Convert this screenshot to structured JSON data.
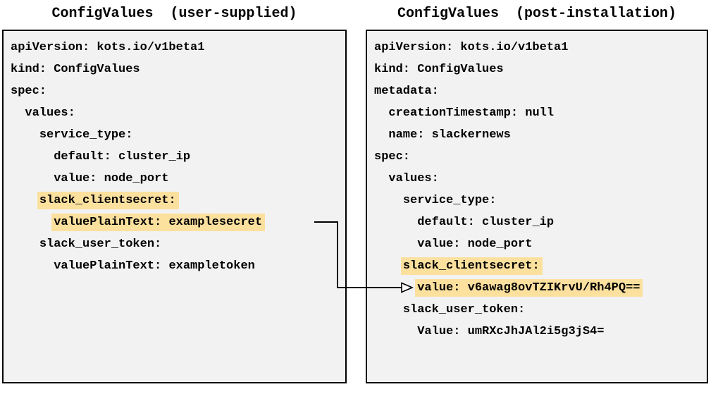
{
  "colors": {
    "panel_background": "#f2f2f2",
    "panel_border": "#000000",
    "highlight": "#fce09e",
    "text": "#000000",
    "arrow": "#000000"
  },
  "left_panel": {
    "title": "ConfigValues  (user-supplied)",
    "lines": [
      {
        "text": "apiVersion: kots.io/v1beta1",
        "highlight": false
      },
      {
        "text": "kind: ConfigValues",
        "highlight": false
      },
      {
        "text": "spec:",
        "highlight": false
      },
      {
        "text": "  values:",
        "highlight": false
      },
      {
        "text": "    service_type:",
        "highlight": false
      },
      {
        "text": "      default: cluster_ip",
        "highlight": false
      },
      {
        "text": "      value: node_port",
        "highlight": false
      },
      {
        "text": "    slack_clientsecret:",
        "highlight": true
      },
      {
        "text": "      valuePlainText: examplesecret",
        "highlight": true
      },
      {
        "text": "    slack_user_token:",
        "highlight": false
      },
      {
        "text": "      valuePlainText: exampletoken",
        "highlight": false
      }
    ]
  },
  "right_panel": {
    "title": "ConfigValues  (post-installation)",
    "lines": [
      {
        "text": "apiVersion: kots.io/v1beta1",
        "highlight": false
      },
      {
        "text": "kind: ConfigValues",
        "highlight": false
      },
      {
        "text": "metadata:",
        "highlight": false
      },
      {
        "text": "  creationTimestamp: null",
        "highlight": false
      },
      {
        "text": "  name: slackernews",
        "highlight": false
      },
      {
        "text": "spec:",
        "highlight": false
      },
      {
        "text": "  values:",
        "highlight": false
      },
      {
        "text": "    service_type:",
        "highlight": false
      },
      {
        "text": "      default: cluster_ip",
        "highlight": false
      },
      {
        "text": "      value: node_port",
        "highlight": false
      },
      {
        "text": "    slack_clientsecret:",
        "highlight": true
      },
      {
        "text": "      value: v6awag8ovTZIKrvU/Rh4PQ==",
        "highlight": true
      },
      {
        "text": "    slack_user_token:",
        "highlight": false
      },
      {
        "text": "      Value: umRXcJhJAl2i5g3jS4=",
        "highlight": false
      }
    ]
  },
  "arrow": {
    "from": "left valuePlainText examplesecret line",
    "to": "right value v6awag8ovTZIKrvU/Rh4PQ== line"
  }
}
